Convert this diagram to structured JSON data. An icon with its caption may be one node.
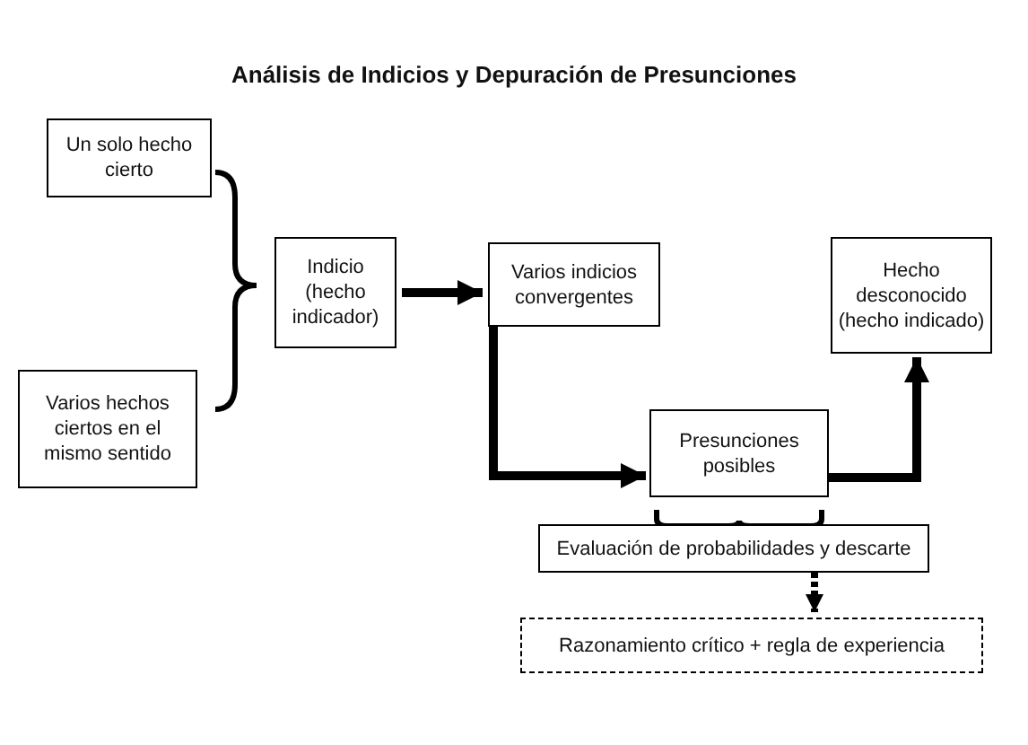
{
  "diagram": {
    "title": "Análisis de Indicios y Depuración de Presunciones",
    "nodes": [
      {
        "text": [
          "Un solo hecho cierto"
        ]
      },
      {
        "text": [
          "Varios hechos ciertos en el mismo sentido"
        ]
      },
      {
        "text": [
          "Indicio (hecho indicador)"
        ]
      },
      {
        "text": [
          "Varios indicios convergentes"
        ]
      },
      {
        "text": [
          "Presunciones posibles"
        ]
      },
      {
        "text": [
          "Hecho desconocido (hecho indicado)"
        ]
      },
      {
        "text": [
          "Evaluación de probabilidades y descarte"
        ]
      },
      {
        "text": [
          "Razonamiento crítico + regla de experiencia"
        ]
      }
    ],
    "edges": [
      {
        "from": 0,
        "to": 2,
        "arrow": "none"
      },
      {
        "from": 1,
        "to": 2,
        "arrow": "none"
      },
      {
        "from": 2,
        "to": 3,
        "arrow": "to"
      },
      {
        "from": 3,
        "to": 4,
        "arrow": "to"
      },
      {
        "from": 4,
        "to": 5,
        "arrow": "to"
      },
      {
        "from": 4,
        "to": 6,
        "arrow": "none"
      },
      {
        "from": 6,
        "to": 7,
        "arrow": "to",
        "style": "dashed"
      }
    ]
  }
}
